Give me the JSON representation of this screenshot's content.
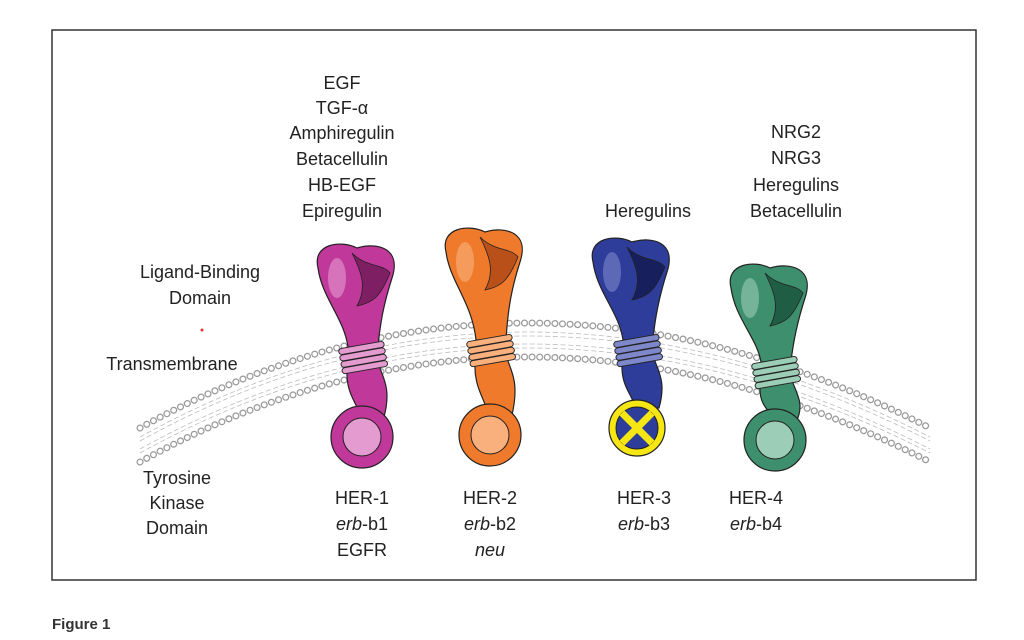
{
  "figure_caption": "Figure 1",
  "side_labels": {
    "ligand_binding": [
      "Ligand-Binding",
      "Domain"
    ],
    "transmembrane": "Transmembrane",
    "tyrosine_kinase": [
      "Tyrosine",
      "Kinase",
      "Domain"
    ]
  },
  "receptors": [
    {
      "name": "HER-1",
      "gene": "erb",
      "gene_suffix": "-b1",
      "alias": "EGFR",
      "alias_italic": false,
      "ligands": [
        "EGF",
        "TGF-α",
        "Amphiregulin",
        "Betacellulin",
        "HB-EGF",
        "Epiregulin"
      ],
      "color": "#c0389a",
      "light": "#e49bd0",
      "dark": "#7e1f63",
      "kinase_inactive": false
    },
    {
      "name": "HER-2",
      "gene": "erb",
      "gene_suffix": "-b2",
      "alias": "neu",
      "alias_italic": true,
      "ligands": [],
      "color": "#f07a2c",
      "light": "#f9b07c",
      "dark": "#b9501a",
      "kinase_inactive": false
    },
    {
      "name": "HER-3",
      "gene": "erb",
      "gene_suffix": "-b3",
      "alias": "",
      "alias_italic": false,
      "ligands": [
        "Heregulins"
      ],
      "color": "#2f3d9a",
      "light": "#7d87c9",
      "dark": "#17205c",
      "kinase_inactive": true
    },
    {
      "name": "HER-4",
      "gene": "erb",
      "gene_suffix": "-b4",
      "alias": "",
      "alias_italic": false,
      "ligands": [
        "NRG2",
        "NRG3",
        "Heregulins",
        "Betacellulin"
      ],
      "color": "#3e8f6e",
      "light": "#9ccdb6",
      "dark": "#1f5e45",
      "kinase_inactive": false
    }
  ],
  "colors": {
    "kinase_inactive_marker": "#f5e614",
    "membrane": "#9a9a9a",
    "border": "#333333"
  }
}
